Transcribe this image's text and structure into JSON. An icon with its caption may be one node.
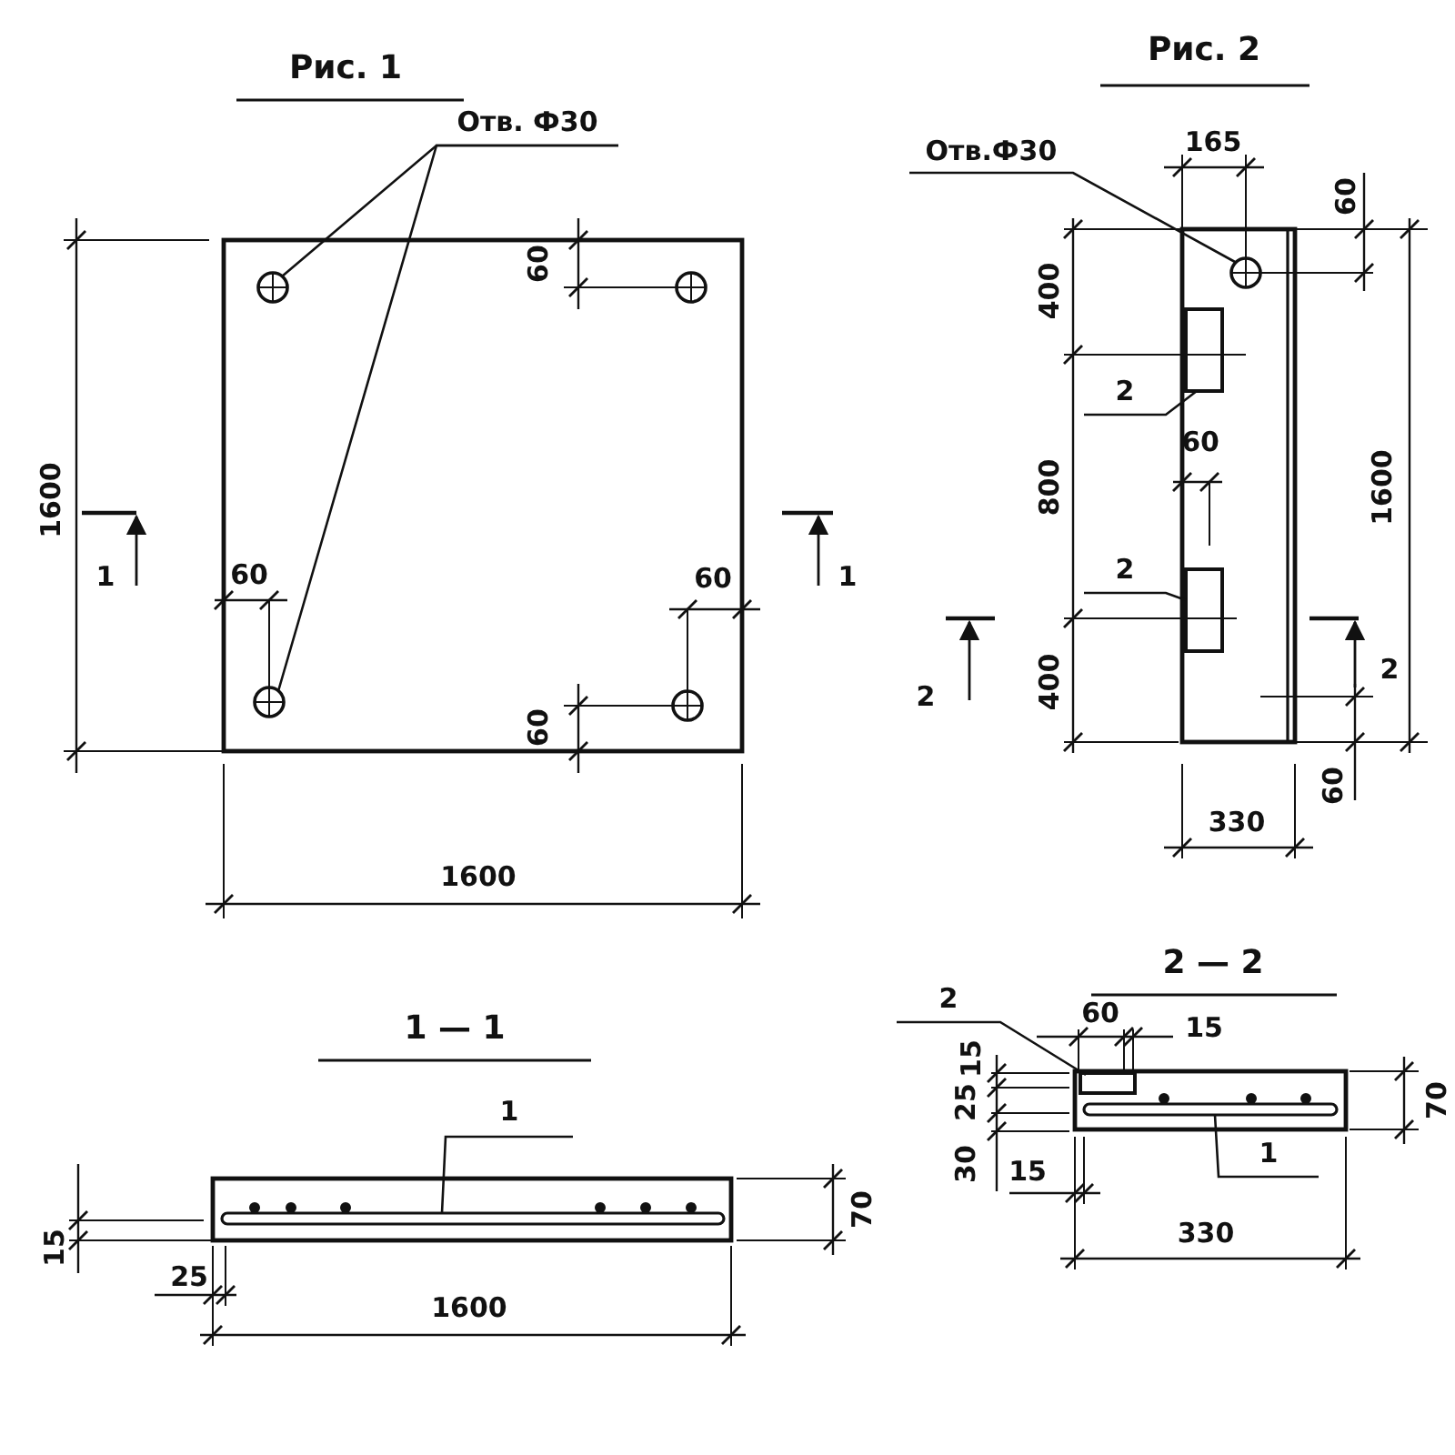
{
  "diagram": {
    "nodes": [
      {
        "text": [
          "Отв. Ф30"
        ]
      },
      {
        "text": [],
        "shape": "circle"
      },
      {
        "text": [],
        "shape": "circle"
      },
      {
        "text": [
          "Отв.Ф30"
        ]
      },
      {
        "text": [],
        "shape": "circle"
      },
      {
        "text": [
          "2"
        ]
      },
      {
        "text": [],
        "shape": "box"
      },
      {
        "text": [
          "2"
        ]
      },
      {
        "text": [],
        "shape": "box"
      },
      {
        "text": [
          "1"
        ]
      },
      {
        "text": [],
        "shape": "bar"
      },
      {
        "text": [
          "2"
        ]
      },
      {
        "text": [],
        "shape": "box"
      },
      {
        "text": [
          "1"
        ]
      },
      {
        "text": [],
        "shape": "bar"
      }
    ],
    "edges": [
      {
        "from": 0,
        "to": 1,
        "arrow": "none"
      },
      {
        "from": 0,
        "to": 2,
        "arrow": "none"
      },
      {
        "from": 3,
        "to": 4,
        "arrow": "none"
      },
      {
        "from": 5,
        "to": 6,
        "arrow": "none"
      },
      {
        "from": 7,
        "to": 8,
        "arrow": "none"
      },
      {
        "from": 9,
        "to": 10,
        "arrow": "none"
      },
      {
        "from": 11,
        "to": 12,
        "arrow": "none"
      },
      {
        "from": 13,
        "to": 14,
        "arrow": "none"
      }
    ],
    "labels": [
      "Рис. 1",
      "60",
      "1600",
      "1",
      "60",
      "60",
      "1",
      "60",
      "1600",
      "Рис. 2",
      "165",
      "60",
      "400",
      "60",
      "800",
      "1600",
      "2",
      "400",
      "2",
      "60",
      "330",
      "1 — 1",
      "70",
      "15",
      "25",
      "1600",
      "2 — 2",
      "60",
      "15",
      "15",
      "25",
      "70",
      "30",
      "15",
      "330"
    ]
  }
}
